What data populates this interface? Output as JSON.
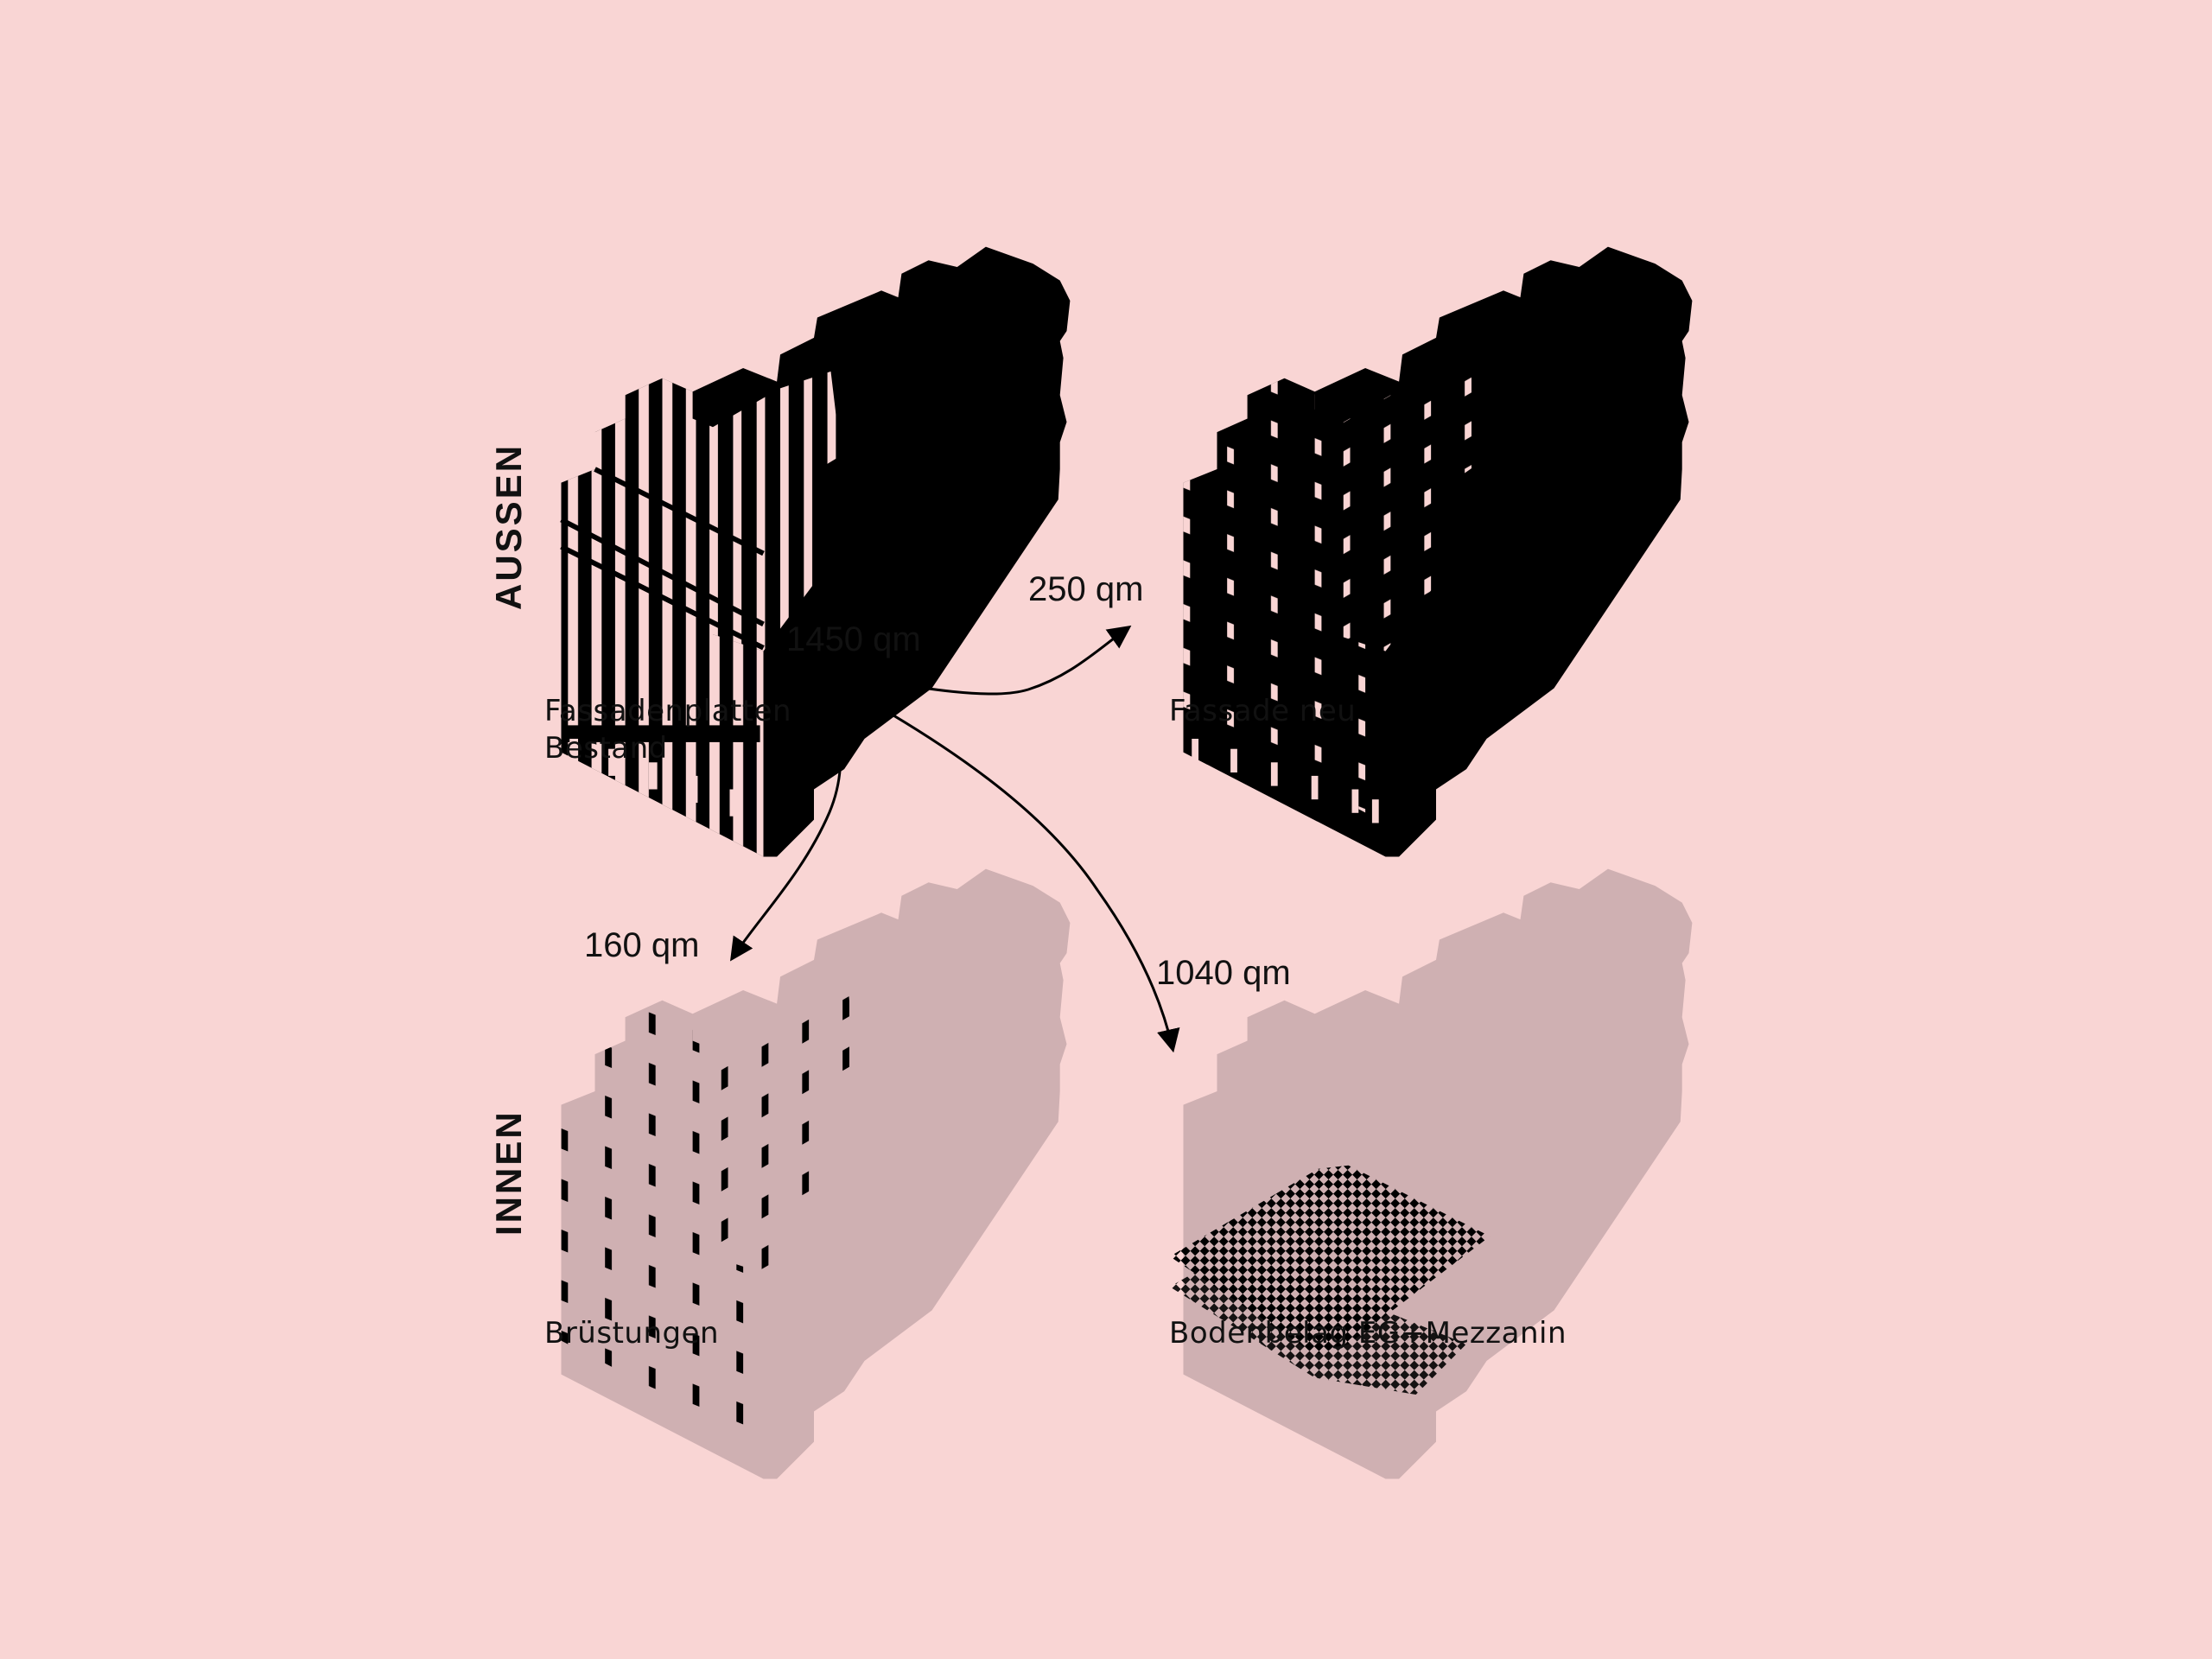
{
  "side_labels": {
    "outside": "AUSSEN",
    "inside": "INNEN"
  },
  "panels": [
    {
      "id": "fassadenplatten",
      "caption": "Fassadenplatten\nBestand",
      "area": "1450 qm",
      "state": "solid",
      "pattern": "stripes"
    },
    {
      "id": "fassade-neu",
      "caption": "Fassade neu",
      "area": "250 qm",
      "state": "solid",
      "pattern": "dots"
    },
    {
      "id": "bruestungen",
      "caption": "Brüstungen",
      "area": "160 qm",
      "state": "ghost",
      "pattern": "dashes"
    },
    {
      "id": "bodenbelag",
      "caption": "Bodenbelag EG+Mezzanin",
      "area": "1040 qm",
      "state": "ghost",
      "pattern": "checker"
    }
  ],
  "flows": [
    {
      "from": "fassadenplatten",
      "to": "fassade-neu",
      "value": "250 qm"
    },
    {
      "from": "fassadenplatten",
      "to": "bruestungen",
      "value": "160 qm"
    },
    {
      "from": "fassadenplatten",
      "to": "bodenbelag",
      "value": "1040 qm"
    }
  ],
  "colors": {
    "background": "#f9d5d4",
    "solid": "#000000",
    "ghost": "#cfb0b2",
    "stripe": "#f9d5d4"
  }
}
